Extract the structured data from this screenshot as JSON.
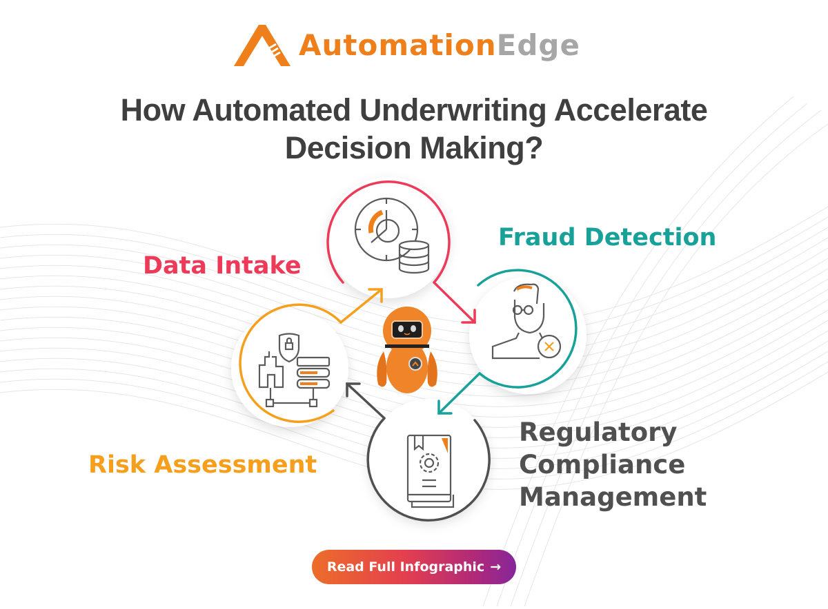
{
  "brand": {
    "name_part1": "Automation",
    "name_part2": "Edge",
    "primary_color": "#ee7f1a",
    "secondary_color": "#a6a6a6"
  },
  "title": {
    "line1": "How Automated Underwriting Accelerate",
    "line2": "Decision Making?"
  },
  "steps": [
    {
      "label": "Data Intake",
      "color": "#ec3a58",
      "icon": "clock-database-icon"
    },
    {
      "label": "Fraud Detection",
      "color": "#17a199",
      "icon": "user-reject-icon"
    },
    {
      "label": "Regulatory",
      "label_line2": "Compliance",
      "label_line3": "Management",
      "color": "#505050",
      "icon": "rulebook-gear-icon"
    },
    {
      "label": "Risk Assessment",
      "color": "#f59f1c",
      "icon": "shield-server-network-icon"
    }
  ],
  "center": {
    "icon": "robot-mascot-icon"
  },
  "cta": {
    "label": "Read Full Infographic",
    "arrow": "→"
  }
}
